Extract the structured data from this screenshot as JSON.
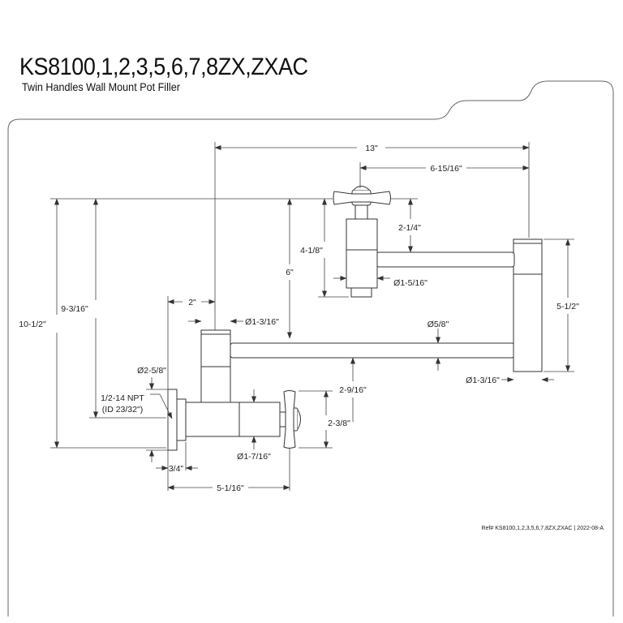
{
  "header": {
    "title": "KS8100,1,2,3,5,6,7,8ZX,ZXAC",
    "subtitle": "Twin Handles Wall Mount Pot Filler"
  },
  "dimensions": {
    "overall_width": "13\"",
    "handle_to_elbow": "6-15/16\"",
    "overall_height": "10-1/2\"",
    "height_to_inlet": "9-3/16\"",
    "arm_drop": "6\"",
    "upper_valve_height": "4-1/8\"",
    "upper_handle_to_arm": "2-1/4\"",
    "elbow_height": "5-1/2\"",
    "wall_to_riser": "2\"",
    "riser_diameter": "Ø1-3/16\"",
    "arm_diameter": "Ø5/8\"",
    "arm_to_valve": "2-9/16\"",
    "lower_handle_height": "2-3/8\"",
    "valve_diameter": "Ø1-7/16\"",
    "elbow_diameter": "Ø1-3/16\"",
    "upper_valve_diameter": "Ø1-5/16\"",
    "flange_diameter": "Ø2-5/8\"",
    "thread_spec": "1/2-14 NPT",
    "thread_id": "(ID 23/32\")",
    "flange_depth": "3/4\"",
    "wall_to_handle": "5-1/16\""
  },
  "footer": {
    "reference": "Ref# KS8100,1,2,3,5,6,7,8ZX,ZXAC | 2022-08-A"
  }
}
